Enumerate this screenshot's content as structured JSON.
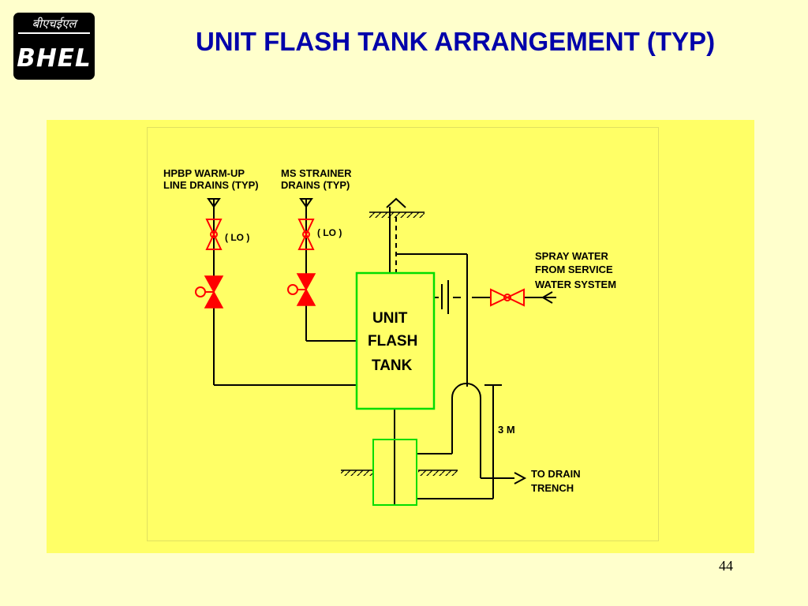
{
  "header": {
    "logo_hindi": "बीएचईएल",
    "logo_text": "BHEL",
    "title": "UNIT FLASH TANK ARRANGEMENT (TYP)"
  },
  "diagram": {
    "hpbp_label_line1": "HPBP WARM-UP",
    "hpbp_label_line2": "LINE DRAINS (TYP)",
    "ms_label_line1": "MS STRAINER",
    "ms_label_line2": "DRAINS (TYP)",
    "lo_left": "( LO )",
    "lo_right": "( LO )",
    "tank_line1": "UNIT",
    "tank_line2": "FLASH",
    "tank_line3": "TANK",
    "spray_line1": "SPRAY WATER",
    "spray_line2": "FROM SERVICE",
    "spray_line3": "WATER SYSTEM",
    "height_label": "3 M",
    "drain_line1": "TO DRAIN",
    "drain_line2": "TRENCH"
  },
  "colors": {
    "title": "#0000aa",
    "background": "#ffffcc",
    "panel": "#ffff66",
    "valve": "#ff0000",
    "tank_outline": "#00cc00"
  },
  "footer": {
    "page_number": "44"
  }
}
